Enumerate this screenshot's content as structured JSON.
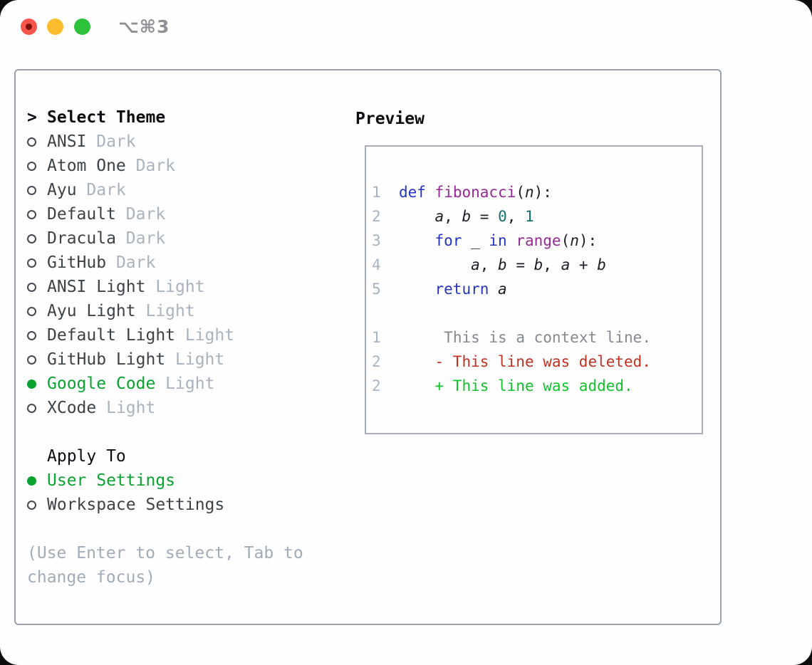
{
  "window": {
    "shortcut_label": "⌥⌘3",
    "traffic_lights": {
      "close": "#f5554a",
      "close_dot": "#7d100b",
      "minimize": "#fcbc2e",
      "zoom": "#2dc13c"
    }
  },
  "colors": {
    "selected_green": "#0aa32f",
    "theme_name": "#3d4247",
    "variant_label": "#a9b2bd",
    "help_text": "#a2abb6",
    "header_text": "#0b0d10"
  },
  "theme_picker": {
    "header": "Select Theme",
    "cursor": ">",
    "themes": [
      {
        "name": "ANSI",
        "variant": "Dark",
        "selected": false
      },
      {
        "name": "Atom One",
        "variant": "Dark",
        "selected": false
      },
      {
        "name": "Ayu",
        "variant": "Dark",
        "selected": false
      },
      {
        "name": "Default",
        "variant": "Dark",
        "selected": false
      },
      {
        "name": "Dracula",
        "variant": "Dark",
        "selected": false
      },
      {
        "name": "GitHub",
        "variant": "Dark",
        "selected": false
      },
      {
        "name": "ANSI Light",
        "variant": "Light",
        "selected": false
      },
      {
        "name": "Ayu Light",
        "variant": "Light",
        "selected": false
      },
      {
        "name": "Default Light",
        "variant": "Light",
        "selected": false
      },
      {
        "name": "GitHub Light",
        "variant": "Light",
        "selected": false
      },
      {
        "name": "Google Code",
        "variant": "Light",
        "selected": true
      },
      {
        "name": "XCode",
        "variant": "Light",
        "selected": false
      }
    ],
    "apply_to": {
      "header": "Apply To",
      "options": [
        {
          "name": "User Settings",
          "selected": true
        },
        {
          "name": "Workspace Settings",
          "selected": false
        }
      ]
    },
    "help_lines": [
      "(Use Enter to select, Tab to",
      "change focus)"
    ]
  },
  "preview": {
    "header": "Preview",
    "token_colors": {
      "lineno": "#a9b2bd",
      "kw": "#2333c4",
      "fn": "#962996",
      "num": "#10716f",
      "plain": "#1c1e24",
      "var": "#1c1e24",
      "ctx": "#85898f",
      "del": "#c23122",
      "add": "#12c22c"
    },
    "lines": [
      [
        {
          "t": "1",
          "c": "lineno"
        },
        {
          "t": "  ",
          "c": "plain"
        },
        {
          "t": "def",
          "c": "kw"
        },
        {
          "t": " ",
          "c": "plain"
        },
        {
          "t": "fibonacci",
          "c": "fn"
        },
        {
          "t": "(",
          "c": "plain"
        },
        {
          "t": "n",
          "c": "var"
        },
        {
          "t": "):",
          "c": "plain"
        }
      ],
      [
        {
          "t": "2",
          "c": "lineno"
        },
        {
          "t": "      ",
          "c": "plain"
        },
        {
          "t": "a",
          "c": "var"
        },
        {
          "t": ", ",
          "c": "plain"
        },
        {
          "t": "b",
          "c": "var"
        },
        {
          "t": " = ",
          "c": "plain"
        },
        {
          "t": "0",
          "c": "num"
        },
        {
          "t": ", ",
          "c": "plain"
        },
        {
          "t": "1",
          "c": "num"
        }
      ],
      [
        {
          "t": "3",
          "c": "lineno"
        },
        {
          "t": "      ",
          "c": "plain"
        },
        {
          "t": "for",
          "c": "kw"
        },
        {
          "t": " _ ",
          "c": "plain"
        },
        {
          "t": "in",
          "c": "kw"
        },
        {
          "t": " ",
          "c": "plain"
        },
        {
          "t": "range",
          "c": "fn"
        },
        {
          "t": "(",
          "c": "plain"
        },
        {
          "t": "n",
          "c": "var"
        },
        {
          "t": "):",
          "c": "plain"
        }
      ],
      [
        {
          "t": "4",
          "c": "lineno"
        },
        {
          "t": "          ",
          "c": "plain"
        },
        {
          "t": "a",
          "c": "var"
        },
        {
          "t": ", ",
          "c": "plain"
        },
        {
          "t": "b",
          "c": "var"
        },
        {
          "t": " = ",
          "c": "plain"
        },
        {
          "t": "b",
          "c": "var"
        },
        {
          "t": ", ",
          "c": "plain"
        },
        {
          "t": "a",
          "c": "var"
        },
        {
          "t": " + ",
          "c": "plain"
        },
        {
          "t": "b",
          "c": "var"
        }
      ],
      [
        {
          "t": "5",
          "c": "lineno"
        },
        {
          "t": "      ",
          "c": "plain"
        },
        {
          "t": "return",
          "c": "kw"
        },
        {
          "t": " ",
          "c": "plain"
        },
        {
          "t": "a",
          "c": "var"
        }
      ],
      [],
      [
        {
          "t": "1",
          "c": "lineno"
        },
        {
          "t": "       ",
          "c": "plain"
        },
        {
          "t": "This is a context line.",
          "c": "ctx"
        }
      ],
      [
        {
          "t": "2",
          "c": "lineno"
        },
        {
          "t": "      ",
          "c": "plain"
        },
        {
          "t": "- This line was deleted.",
          "c": "del"
        }
      ],
      [
        {
          "t": "2",
          "c": "lineno"
        },
        {
          "t": "      ",
          "c": "plain"
        },
        {
          "t": "+ This line was added.",
          "c": "add"
        }
      ]
    ]
  }
}
